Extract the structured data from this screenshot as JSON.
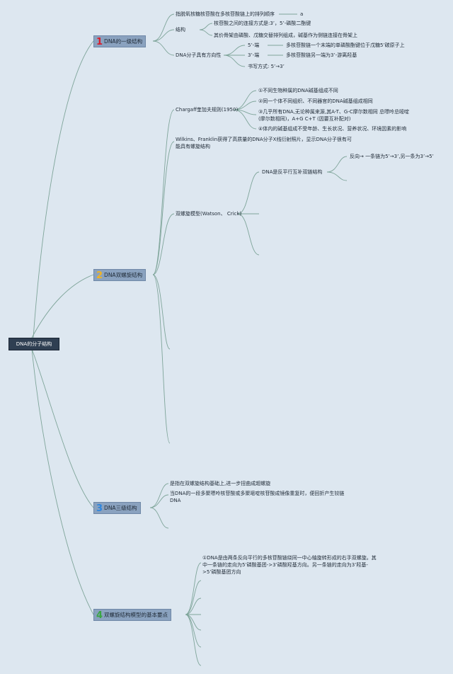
{
  "root": "DNA的分子结构",
  "branches": [
    {
      "number": "1",
      "number_color": "#d81e2c",
      "label": "DNA的一级结构"
    },
    {
      "number": "2",
      "number_color": "#f0b323",
      "label": "DNA双螺旋结构"
    },
    {
      "number": "3",
      "number_color": "#2e86de",
      "label": "DNA三级结构"
    },
    {
      "number": "4",
      "number_color": "#3aa544",
      "label": "双螺旋结构模型的基本要点"
    }
  ],
  "b1": {
    "definition": "指脱氧核糖核苷酸在多核苷酸链上的排列顺序",
    "definition_note": "a",
    "structure": "结构",
    "structure_children": [
      "核苷酸之间的连接方式是:3’，5’-磷酸二酯键",
      "其价骨架由磷酸、戊糖交替排列组成，碱基作为侧链连接在骨架上"
    ],
    "direction": "DNA分子具有方向性",
    "direction_children": [
      {
        "end": "5’-端",
        "desc": "多核苷酸链一个末端的单磷酸酯键位于戊糖5’碳原子上"
      },
      {
        "end": "3’-端",
        "desc": "多核苷酸链另一端为3’-游离羟基"
      }
    ],
    "writing": "书写方式: 5’→3’"
  },
  "b2": {
    "chargaff": "Chargaff奎加夫规则(1950)",
    "chargaff_rules": [
      "①不同生物种属的DNA碱基组成不同",
      "②同一个体不同组织、不同器官的DNA碱基组成相同",
      "③几乎所有DNA,无论种属来源,其A-T、G-C摩尔数相同 总嘌呤总嘧啶(摩尔数相同)，A+G C+T (因要互补配对)",
      "④体内的碱基组成不受年龄、生长状况、营养状况、环境因素的影响"
    ],
    "wilkins": "Wilkins、Franklin获得了高质量的DNA分子X线衍射照片，显示DNA分子很有可能具有螺旋结构",
    "model": "双螺旋模型(Watson、 Crick)",
    "antiparallel": "DNA是反平行互补双链结构",
    "antiparallel_detail": "反向→ 一条链为5’→3’,另一条为3’→5’"
  },
  "b3": {
    "items": [
      "是指在双螺旋结构基础上,进一步扭曲成超螺旋",
      "当DNA的一段多聚嘌呤核苷酸或多聚嘧啶核苷酸成镜像重复时，便回折产生铰链DNA"
    ]
  },
  "b4": {
    "point1": "①DNA是由两条反向平行的多核苷酸链绕同一中心轴旋转形成的右手双螺旋。其中一条链的走向为5’磷酸基团->3’磷酸羟基方向。另一条链的走向为3’羟基->5’磷酸基团方向"
  }
}
